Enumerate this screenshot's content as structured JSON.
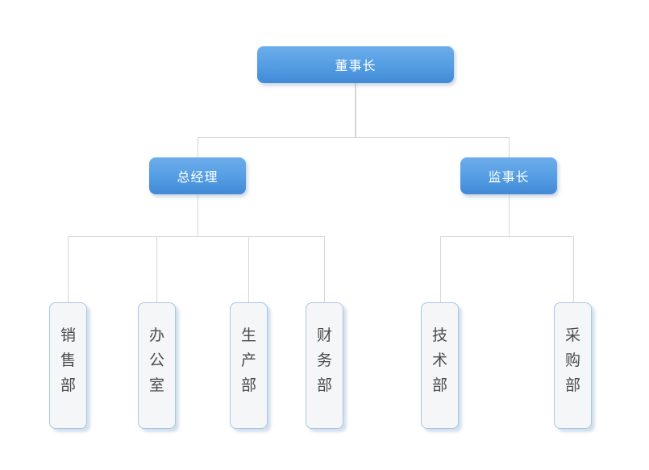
{
  "org_chart": {
    "root": {
      "label": "董事长"
    },
    "level2": [
      {
        "label": "总经理"
      },
      {
        "label": "监事长"
      }
    ],
    "departments": [
      {
        "label": "销售部"
      },
      {
        "label": "办公室"
      },
      {
        "label": "生产部"
      },
      {
        "label": "财务部"
      },
      {
        "label": "技术部"
      },
      {
        "label": "采购部"
      }
    ]
  },
  "colors": {
    "node_fill_top": "#6cadeb",
    "node_fill_bottom": "#4289d6",
    "node_text": "#ffffff",
    "dept_fill": "#f5f6f8",
    "dept_border": "#a6c6e6",
    "dept_text": "#4a4a4a",
    "connector": "#d6d6d6",
    "background": "#ffffff"
  }
}
